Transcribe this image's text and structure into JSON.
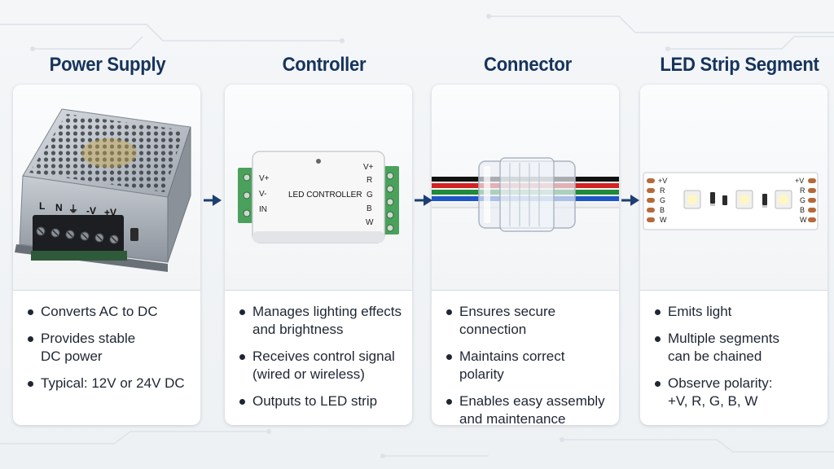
{
  "columns": [
    {
      "title": "Power Supply",
      "bullets": [
        "Converts AC to DC",
        "Provides stable DC power",
        "Typical: 12V or 24V DC"
      ],
      "terminal_labels": [
        "L",
        "N",
        "⏚",
        "-V",
        "+V"
      ]
    },
    {
      "title": "Controller",
      "bullets": [
        "Manages lighting effects and brightness",
        "Receives control signal (wired or wireless)",
        "Outputs to LED strip"
      ],
      "device_label": "LED CONTROLLER",
      "input_labels": [
        "V+",
        "V-",
        "IN"
      ],
      "output_labels": [
        "V+",
        "R",
        "G",
        "B",
        "W"
      ]
    },
    {
      "title": "Connector",
      "bullets": [
        "Ensures secure connection",
        "Maintains correct polarity",
        "Enables easy assembly and maintenance"
      ],
      "wire_colors": [
        "#111111",
        "#d32222",
        "#1e8a3a",
        "#1f55c7",
        "#f4f4f4"
      ]
    },
    {
      "title": "LED Strip Segment",
      "bullets": [
        "Emits light",
        "Multiple segments can be chained",
        "Observe polarity: +V, R, G, B, W"
      ],
      "pad_labels": [
        "+V",
        "R",
        "G",
        "B",
        "W"
      ]
    }
  ],
  "colors": {
    "title": "#16335c",
    "arrow": "#1d3f72",
    "accent": "#1d3f72"
  }
}
